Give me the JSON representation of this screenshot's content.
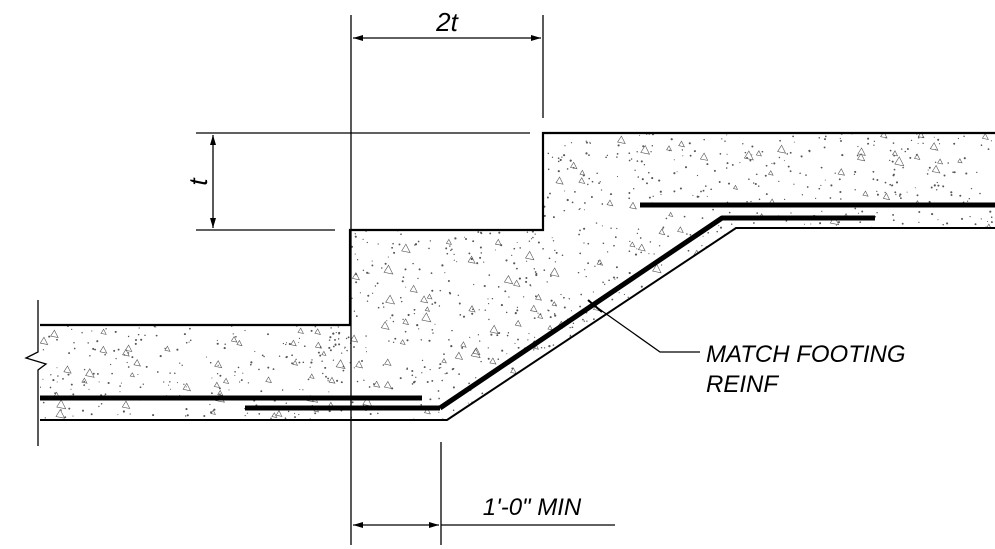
{
  "labels": {
    "width_dimension": "2t",
    "height_dimension": "t",
    "lap_dimension": "1'-0\" MIN",
    "note_line1": "MATCH FOOTING",
    "note_line2": "REINF"
  },
  "colors": {
    "line": "#000000",
    "concrete_fill": "#ffffff",
    "aggregate_dots": "#555555"
  }
}
